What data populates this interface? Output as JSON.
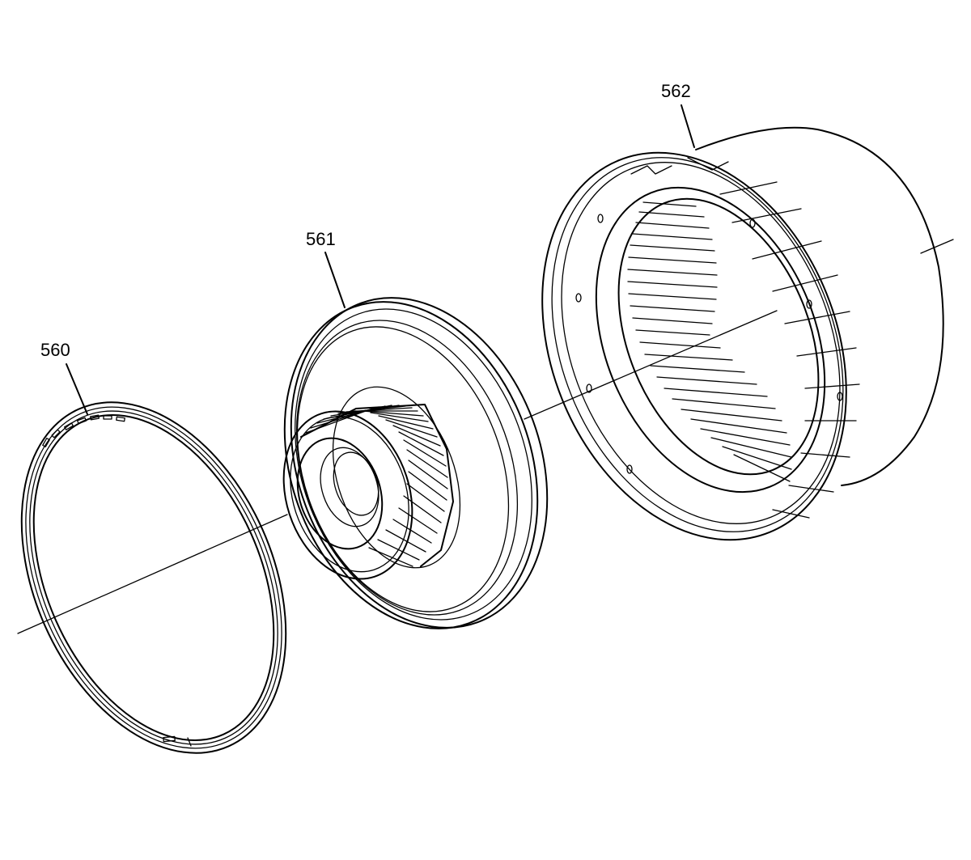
{
  "labels": {
    "ring": "560",
    "gear_plate": "561",
    "drum": "562"
  }
}
